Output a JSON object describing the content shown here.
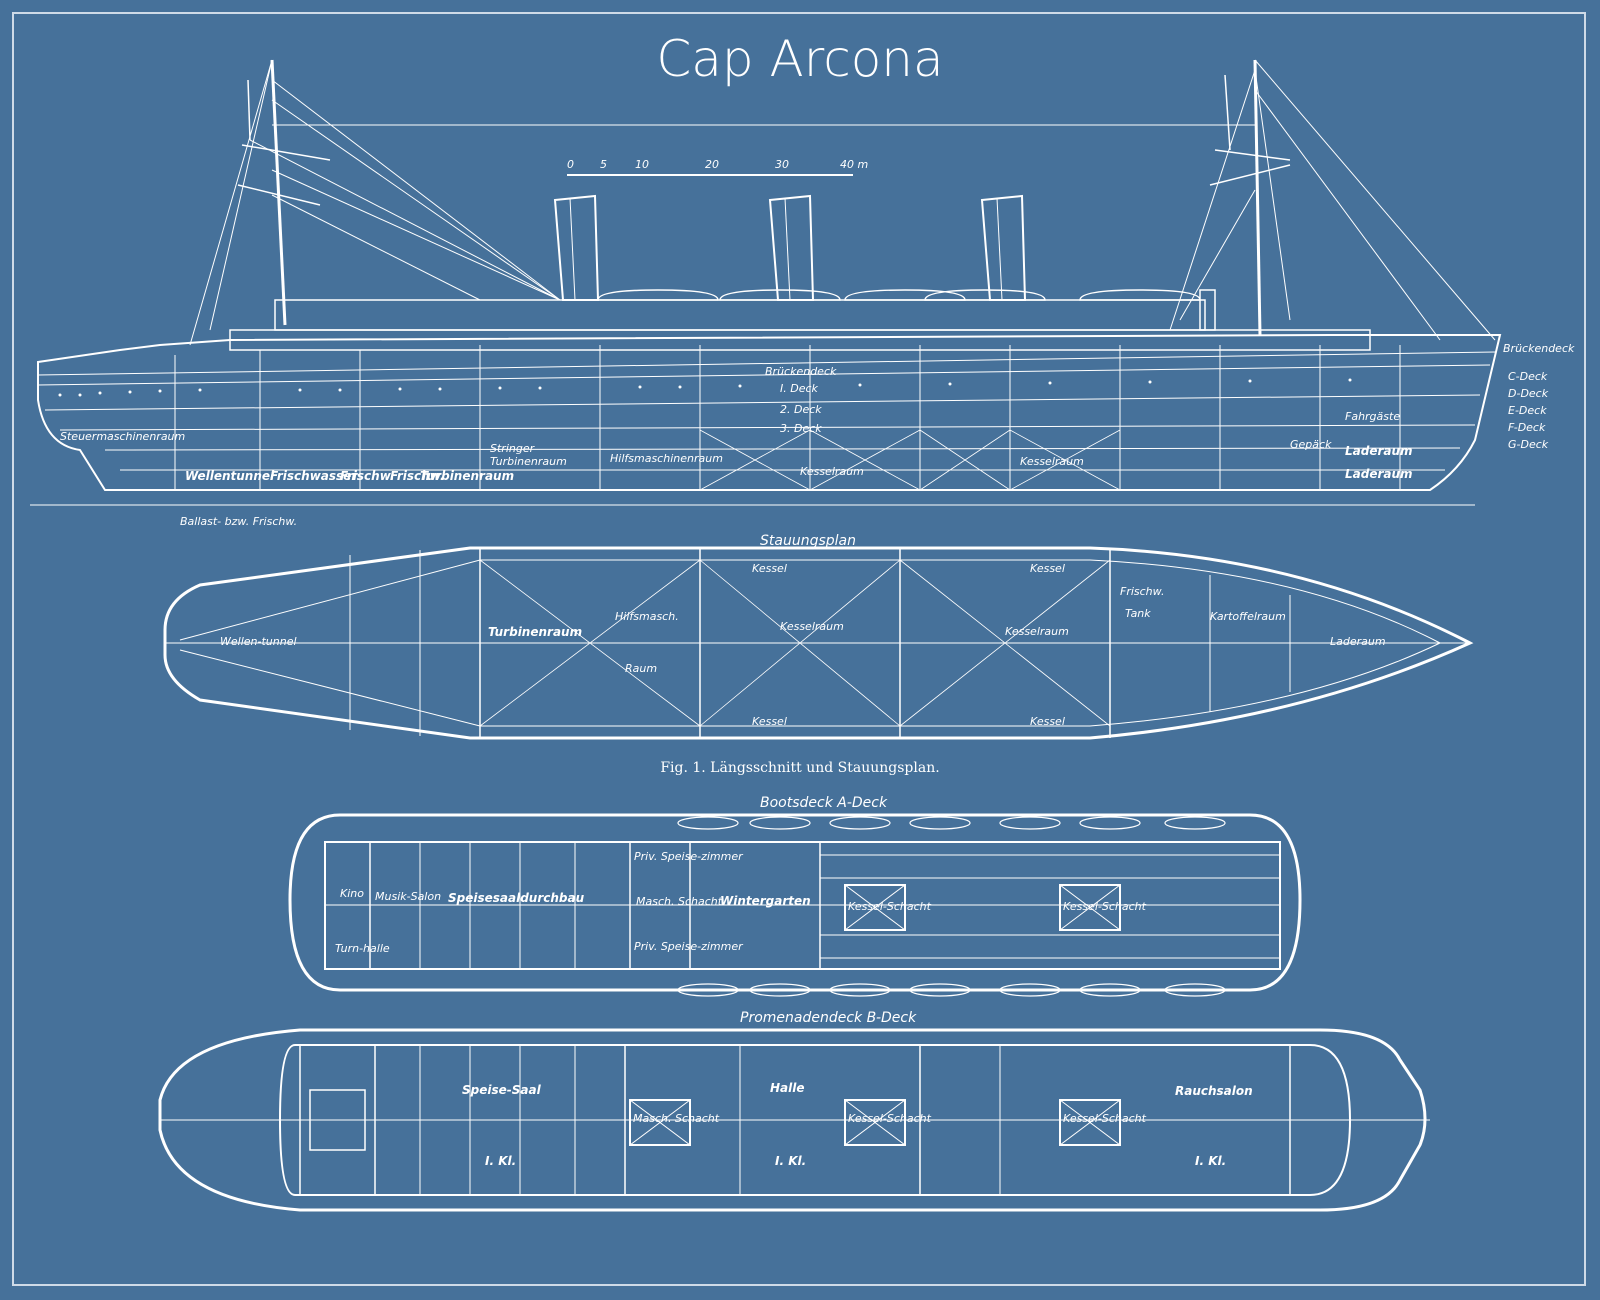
{
  "title": "Cap Arcona",
  "scale": {
    "ticks": [
      "0",
      "5",
      "10",
      "20",
      "30",
      "40 m"
    ]
  },
  "profile": {
    "right_labels": [
      "Brückendeck",
      "C-Deck",
      "D-Deck",
      "E-Deck",
      "F-Deck",
      "G-Deck"
    ],
    "labels": {
      "bridge_deck": "Brückendeck",
      "deck1": "I. Deck",
      "deck2": "2. Deck",
      "deck3": "3. Deck",
      "steering": "Steuermaschinenraum",
      "shaft": "Wellentunnel",
      "fresh1": "Frischwasser",
      "fresh2": "Frischw.",
      "fresh3": "Frischw.",
      "turbine": "Turbinenraum",
      "turbine2": "Turbinenraum",
      "stringer": "Stringer",
      "aux": "Hilfsmaschinenraum",
      "boiler1": "Kesselraum",
      "boiler2": "Kesselraum",
      "cargo1": "Laderaum",
      "cargo2": "Laderaum",
      "luggage": "Fahrgäste",
      "baggage": "Gepäck",
      "ballast": "Ballast- bzw. Frischw."
    }
  },
  "stowage": {
    "title": "Stauungsplan",
    "labels": {
      "shaft": "Wellen-tunnel",
      "turbine": "Turbinenraum",
      "aux": "Hilfsmasch.",
      "raum": "Raum",
      "boiler1": "Kesselraum",
      "boiler2": "Kesselraum",
      "fresh": "Frischw.",
      "tank": "Tank",
      "cargo": "Laderaum",
      "potato": "Kartoffelraum"
    },
    "kessel": "Kessel"
  },
  "caption": "Fig. 1. Längsschnitt und Stauungsplan.",
  "boat_deck": {
    "title": "Bootsdeck A-Deck",
    "labels": {
      "gym": "Turn-halle",
      "kino": "Kino",
      "music": "Musik-Salon",
      "hall": "Speisesaaldurchbau",
      "priv1": "Priv. Speise-zimmer",
      "priv2": "Priv. Speise-zimmer",
      "shaft1": "Masch. Schacht",
      "winter": "Wintergarten",
      "shaft2": "Kessel-Schacht",
      "shaft3": "Kessel-Schacht"
    }
  },
  "promenade_deck": {
    "title": "Promenadendeck B-Deck",
    "labels": {
      "dining": "Speise-Saal",
      "shaft1": "Masch. Schacht",
      "hall": "Halle",
      "shaft2": "Kessel-Schacht",
      "shaft3": "Kessel-Schacht",
      "smoke": "Rauchsalon",
      "class1": "I. Kl.",
      "class2": "I. Kl.",
      "class3": "I. Kl."
    }
  }
}
